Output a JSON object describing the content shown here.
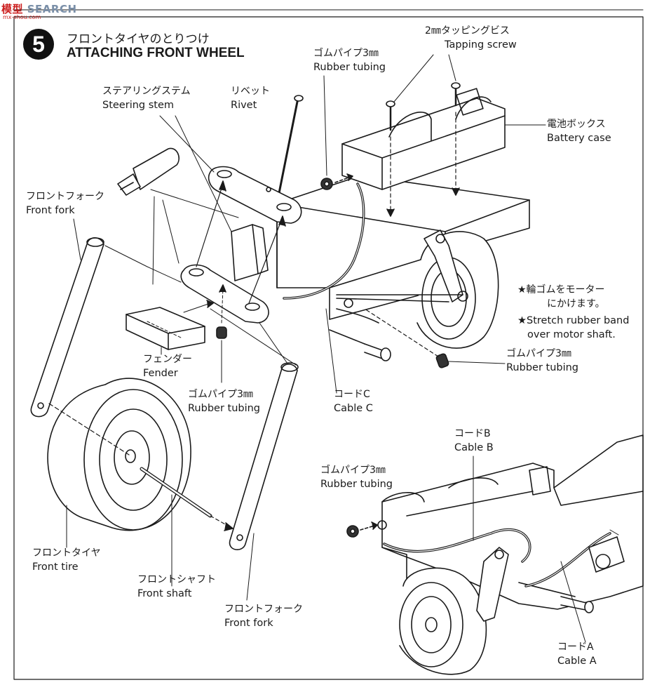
{
  "watermark": {
    "text_a": "模型",
    "text_b": "SEARCH",
    "sub": "mx-shou.com"
  },
  "step": {
    "number": "5",
    "title_jp": "フロントタイヤのとりつけ",
    "title_en": "ATTACHING FRONT WHEEL"
  },
  "labels": {
    "tapping_screw": {
      "jp": "2㎜タッピングビス",
      "en": "Tapping screw"
    },
    "rubber_tubing_top": {
      "jp": "ゴムパイプ3㎜",
      "en": "Rubber tubing"
    },
    "rivet": {
      "jp": "リベット",
      "en": "Rivet"
    },
    "steering_stem": {
      "jp": "ステアリングステム",
      "en": "Steering stem"
    },
    "battery_case": {
      "jp": "電池ボックス",
      "en": "Battery case"
    },
    "front_fork_top": {
      "jp": "フロントフォーク",
      "en": "Front fork"
    },
    "stretch_note": {
      "jp1": "★輪ゴムをモーター",
      "jp2": "にかけます。",
      "en1": "★Stretch rubber band",
      "en2": "over motor shaft."
    },
    "rubber_tubing_right": {
      "jp": "ゴムパイプ3㎜",
      "en": "Rubber tubing"
    },
    "fender": {
      "jp": "フェンダー",
      "en": "Fender"
    },
    "rubber_tubing_mid": {
      "jp": "ゴムパイプ3㎜",
      "en": "Rubber tubing"
    },
    "cable_c": {
      "jp": "コードC",
      "en": "Cable C"
    },
    "cable_b": {
      "jp": "コードB",
      "en": "Cable B"
    },
    "rubber_tubing_bottom": {
      "jp": "ゴムパイプ3㎜",
      "en": "Rubber tubing"
    },
    "front_tire": {
      "jp": "フロントタイヤ",
      "en": "Front tire"
    },
    "front_shaft": {
      "jp": "フロントシャフト",
      "en": "Front shaft"
    },
    "front_fork_bottom": {
      "jp": "フロントフォーク",
      "en": "Front fork"
    },
    "cable_a": {
      "jp": "コードA",
      "en": "Cable A"
    }
  }
}
